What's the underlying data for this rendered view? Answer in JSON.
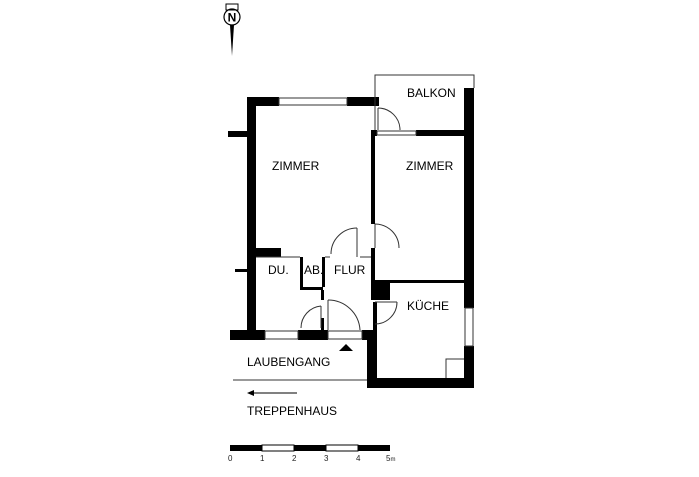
{
  "floorplan": {
    "north_arrow": {
      "letter": "N"
    },
    "rooms": [
      {
        "id": "zimmer-1",
        "label": "ZIMMER"
      },
      {
        "id": "zimmer-2",
        "label": "ZIMMER"
      },
      {
        "id": "balkon",
        "label": "BALKON"
      },
      {
        "id": "dusche",
        "label": "DU."
      },
      {
        "id": "abstellraum",
        "label": "AB."
      },
      {
        "id": "flur",
        "label": "FLUR"
      },
      {
        "id": "kueche",
        "label": "KÜCHE"
      }
    ],
    "exterior": {
      "gallery_label": "LAUBENGANG",
      "stairwell_label": "TREPPENHAUS",
      "stairwell_arrow": "left"
    },
    "scale_bar": {
      "ticks": [
        "0",
        "1",
        "2",
        "3",
        "4",
        "5"
      ],
      "unit": "m"
    },
    "colors": {
      "wall": "#000000",
      "background": "#ffffff",
      "line": "#333333"
    }
  }
}
